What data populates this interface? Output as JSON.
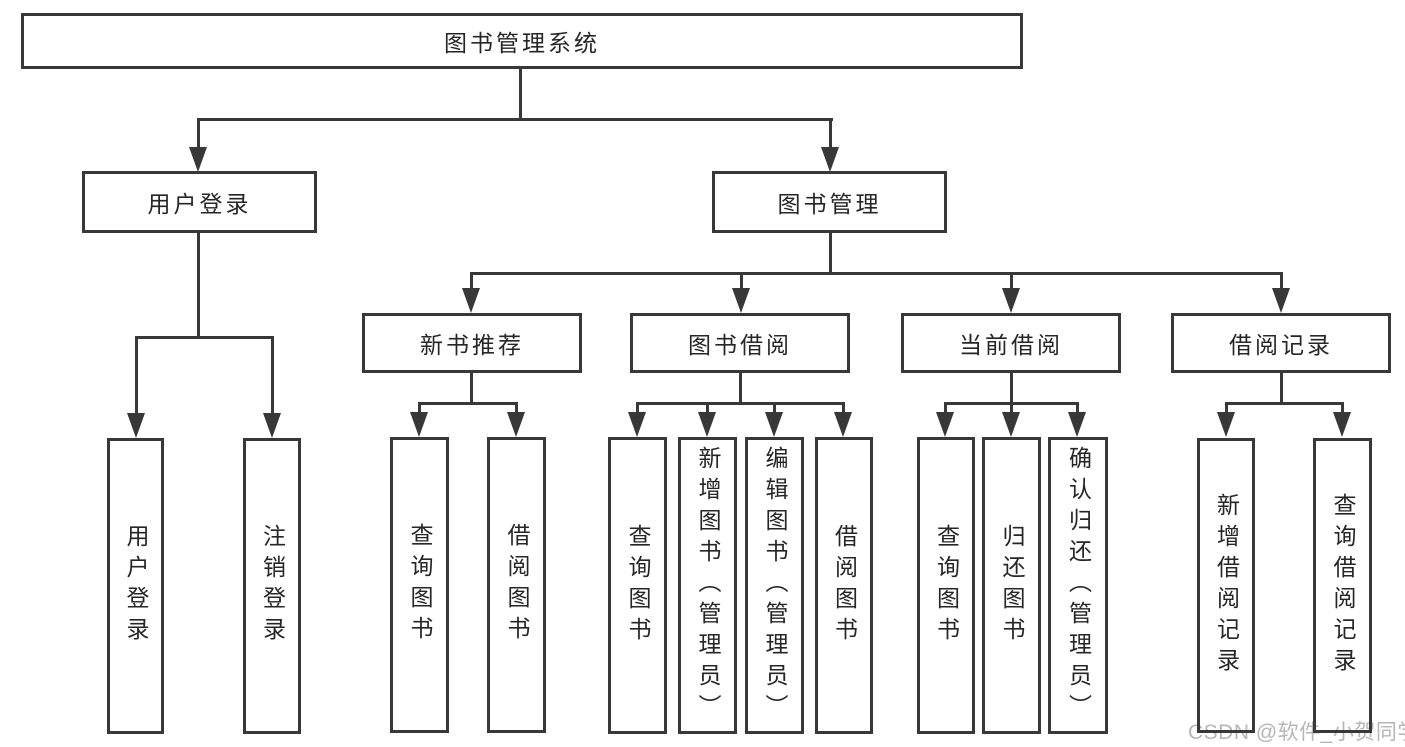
{
  "diagram": {
    "title": "图书管理系统",
    "root": {
      "label": "图书管理系统"
    },
    "branches": [
      {
        "label": "用户登录",
        "children": [
          {
            "label": "用户登录"
          },
          {
            "label": "注销登录"
          }
        ]
      },
      {
        "label": "图书管理",
        "children": [
          {
            "label": "新书推荐",
            "children": [
              {
                "label": "查询图书"
              },
              {
                "label": "借阅图书"
              }
            ]
          },
          {
            "label": "图书借阅",
            "children": [
              {
                "label": "查询图书"
              },
              {
                "label": "新增图书（管理员）"
              },
              {
                "label": "编辑图书（管理员）"
              },
              {
                "label": "借阅图书"
              }
            ]
          },
          {
            "label": "当前借阅",
            "children": [
              {
                "label": "查询图书"
              },
              {
                "label": "归还图书"
              },
              {
                "label": "确认归还（管理员）"
              }
            ]
          },
          {
            "label": "借阅记录",
            "children": [
              {
                "label": "新增借阅记录"
              },
              {
                "label": "查询借阅记录"
              }
            ]
          }
        ]
      }
    ],
    "watermark": {
      "text": "CSDN @软件_小贺同学"
    },
    "colors": {
      "line": "#383838",
      "text": "#262626",
      "box_background": "#ffffff",
      "watermark": "#b6b6b6"
    }
  }
}
